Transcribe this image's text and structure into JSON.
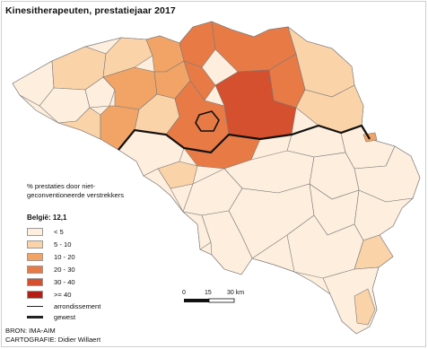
{
  "title": "Kinesitherapeuten, prestatiejaar 2017",
  "legend": {
    "heading": "% prestaties door niet-geconventioneerde verstrekkers",
    "belgie": "België: 12,1",
    "classes": [
      {
        "label": "< 5",
        "color": "#fdeedd"
      },
      {
        "label": "5 - 10",
        "color": "#fbd3a8"
      },
      {
        "label": "10 - 20",
        "color": "#f2a466"
      },
      {
        "label": "20 - 30",
        "color": "#e87a46"
      },
      {
        "label": "30 - 40",
        "color": "#d4502e"
      },
      {
        "label": ">= 40",
        "color": "#b51e14"
      }
    ],
    "lines": [
      {
        "label": "arrondissement"
      },
      {
        "label": "gewest"
      }
    ]
  },
  "scale": {
    "labels": [
      "0",
      "15",
      "30 km"
    ]
  },
  "credits": {
    "source": "BRON: IMA-AIM",
    "cartography": "CARTOGRAFIE: Didier Willaert"
  }
}
